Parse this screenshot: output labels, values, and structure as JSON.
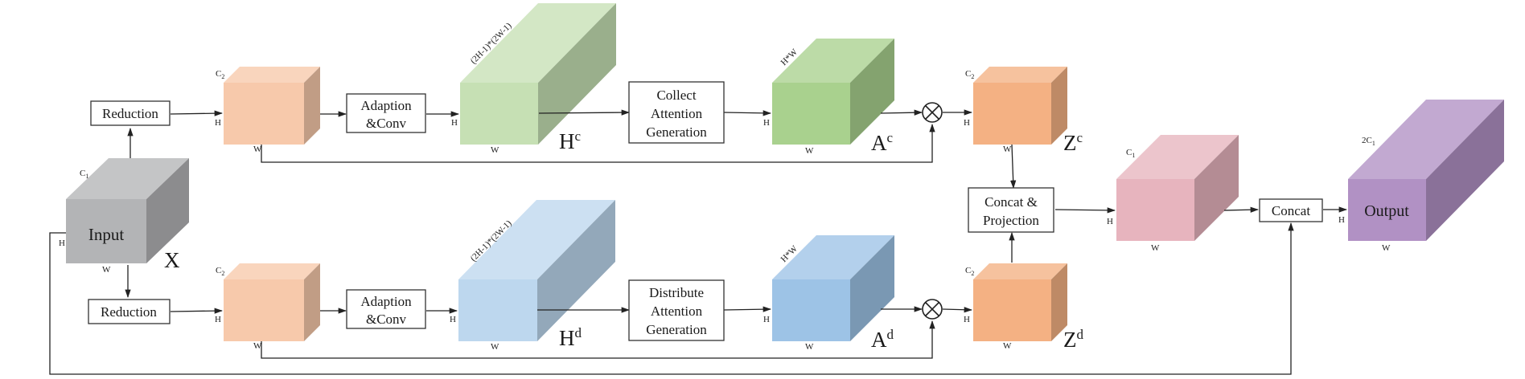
{
  "colors": {
    "input": "#b3b4b6",
    "reduction_feature": "#f7c9ab",
    "collect_h": "#c6e0b4",
    "collect_a": "#a9d18e",
    "distribute_h": "#bdd7ee",
    "distribute_a": "#9dc3e6",
    "z": "#f4b183",
    "concat_feature": "#e7b4be",
    "output": "#b191c4",
    "line": "#222222"
  },
  "input_cube": {
    "label": "Input",
    "symbol": "X",
    "channel": "C",
    "channel_sub": "1",
    "h": "H",
    "w": "W"
  },
  "boxes": {
    "reduction_top": "Reduction",
    "reduction_bottom": "Reduction",
    "adaption_top": [
      "Adaption",
      "&Conv"
    ],
    "adaption_bottom": [
      "Adaption",
      "&Conv"
    ],
    "collect": [
      "Collect",
      "Attention",
      "Generation"
    ],
    "distribute": [
      "Distribute",
      "Attention",
      "Generation"
    ],
    "concat_projection": [
      "Concat &",
      "Projection"
    ],
    "concat": "Concat"
  },
  "top_branch": {
    "reduced": {
      "channel": "C",
      "channel_sub": "2",
      "h": "H",
      "w": "W"
    },
    "hc": {
      "depth": "(2H-1)*(2W-1)",
      "h": "H",
      "w": "W",
      "symbol": "H",
      "sup": "c"
    },
    "ac": {
      "depth": "H*W",
      "h": "H",
      "w": "W",
      "symbol": "A",
      "sup": "c"
    },
    "zc": {
      "channel": "C",
      "channel_sub": "2",
      "h": "H",
      "w": "W",
      "symbol": "Z",
      "sup": "c"
    }
  },
  "bottom_branch": {
    "reduced": {
      "channel": "C",
      "channel_sub": "2",
      "h": "H",
      "w": "W"
    },
    "hd": {
      "depth": "(2H-1)*(2W-1)",
      "h": "H",
      "w": "W",
      "symbol": "H",
      "sup": "d"
    },
    "ad": {
      "depth": "H*W",
      "h": "H",
      "w": "W",
      "symbol": "A",
      "sup": "d"
    },
    "zd": {
      "channel": "C",
      "channel_sub": "2",
      "h": "H",
      "w": "W",
      "symbol": "Z",
      "sup": "d"
    }
  },
  "projected": {
    "channel": "C",
    "channel_sub": "1",
    "h": "H",
    "w": "W"
  },
  "output_cube": {
    "label": "Output",
    "channel": "2C",
    "channel_sub": "1",
    "h": "H",
    "w": "W"
  },
  "operators": {
    "multiply": "⊗"
  }
}
